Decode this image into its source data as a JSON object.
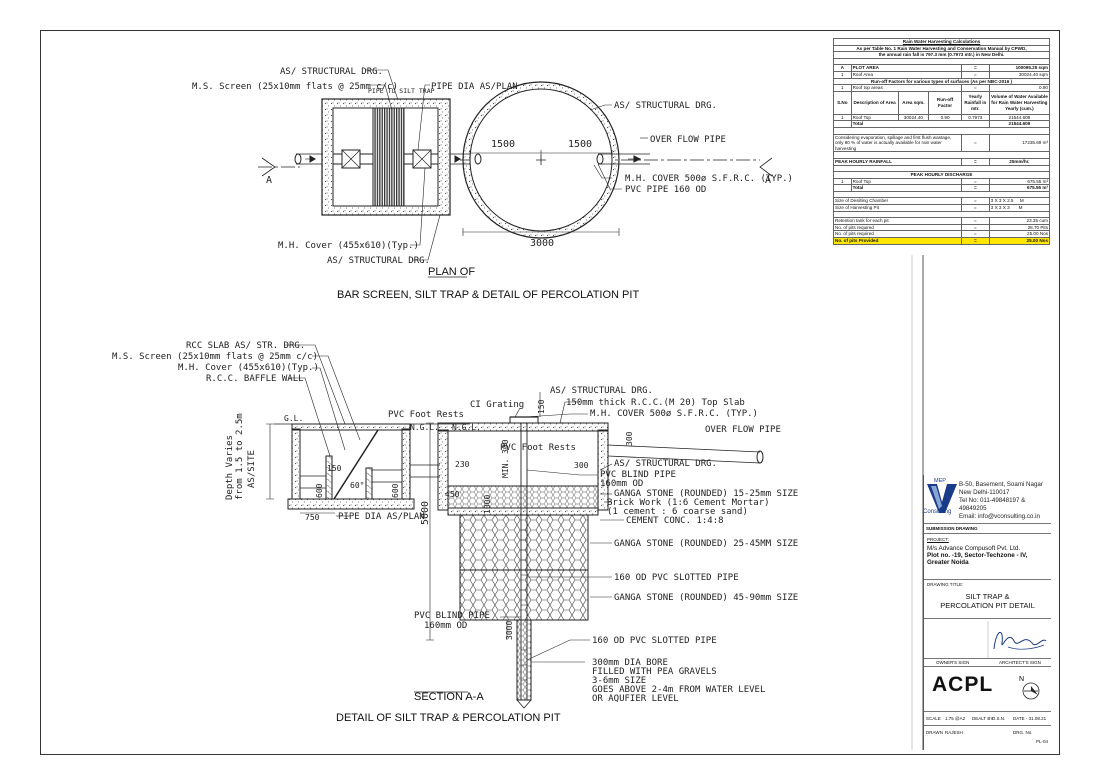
{
  "plan": {
    "title": "PLAN OF",
    "subtitle": "BAR SCREEN, SILT TRAP & DETAIL OF PERCOLATION PIT",
    "labels": {
      "as_structural_1": "AS/ STRUCTURAL DRG.",
      "ms_screen": "M.S. Screen (25x10mm flats @ 25mm c/c)",
      "pipe_to_silt_trap": "PIPE TO SILT TRAP",
      "pipe_dia": "PIPE DIA AS/PLAN",
      "as_structural_2": "AS/ STRUCTURAL DRG.",
      "over_flow": "OVER FLOW PIPE",
      "mh_cover_sfrc": "M.H. COVER 500ø S.F.R.C. (TYP.)",
      "pvc_pipe": "PVC PIPE 160 OD",
      "mh_cover": "M.H. Cover (455x610)(Typ.)",
      "as_structural_3": "AS/ STRUCTURAL DRG.",
      "dim_1500a": "1500",
      "dim_1500b": "1500",
      "dim_3000": "3000",
      "section_a_left": "A",
      "section_a_right": "A"
    }
  },
  "section": {
    "title": "SECTION A-A",
    "subtitle": "DETAIL OF SILT TRAP & PERCOLATION PIT",
    "labels": {
      "rcc_slab": "RCC SLAB AS/ STR. DRG.",
      "ms_screen": "M.S. Screen (25x10mm flats @ 25mm c/c)",
      "mh_cover": "M.H. Cover (455x610)(Typ.)",
      "baffle": "R.C.C. BAFFLE WALL",
      "as_structural": "AS/ STRUCTURAL DRG.",
      "ci_grating": "CI Grating",
      "top_slab": "150mm thick R.C.C.(M 20) Top Slab",
      "mh_cover_sfrc": "M.H. COVER 500ø S.F.R.C. (TYP.)",
      "pvc_foot_1": "PVC Foot Rests",
      "pvc_foot_2": "PVC Foot Rests",
      "over_flow": "OVER FLOW PIPE",
      "gl": "G.L.",
      "ngl_1": "N.G.L.",
      "ngl_2": "N.G.L.",
      "as_structural_2": "AS/ STRUCTURAL DRG.",
      "pvc_blind_1": "PVC BLIND PIPE",
      "pvc_blind_1b": "160mm OD",
      "ganga_1": "GANGA STONE (ROUNDED) 15-25mm SIZE",
      "brick": "Brick Work (1:6 Cement Mortar)",
      "brick_b": "(1 cement : 6 coarse sand)",
      "cement": "CEMENT CONC. 1:4:8",
      "ganga_2": "GANGA STONE (ROUNDED) 25-45MM SIZE",
      "slotted_1": "160 OD PVC SLOTTED PIPE",
      "ganga_3": "GANGA STONE (ROUNDED) 45-90mm SIZE",
      "pvc_blind_2": "PVC BLIND PIPE",
      "pvc_blind_2b": "160mm OD",
      "slotted_2": "160 OD PVC SLOTTED PIPE",
      "bore_1": "300mm DIA BORE",
      "bore_2": "FILLED WITH PEA GRAVELS",
      "bore_3": "3-6mm SIZE",
      "bore_4": "GOES ABOVE 2-4m FROM WATER LEVEL",
      "bore_5": "OR AQUFIER LEVEL",
      "pipe_dia": "PIPE DIA AS/PLAN",
      "depth_1": "Depth Varies",
      "depth_2": "from 1.5 to 2.5m",
      "depth_3": "AS/SITE",
      "dim_150": "150",
      "dim_150b": "150",
      "dim_60": "60°",
      "dim_600a": "600",
      "dim_600b": "600",
      "dim_750": "750",
      "dim_5000": "5000",
      "dim_300a": "300",
      "dim_300b": "300",
      "dim_min300": "MIN. 300",
      "dim_1000": "1000",
      "dim_230": "230",
      "dim_450": "450",
      "dim_3000": "3000"
    }
  },
  "calc": {
    "title": "Rain Water Harvesting Calculations",
    "intro_1": "As per Table No. 1 Rain Water Harvesting and Conservation Manual by CPWD,",
    "intro_2": "the annual rain fall is 797.3 mm (0.7973 mtr.) in New Delhi.",
    "a_row": [
      "A",
      "PLOT AREA",
      "=",
      "100095.25 sqm"
    ],
    "r1_row": [
      "1",
      "Roof Area",
      "=",
      "30024.40 sqm"
    ],
    "runoff_head": "Run-off Factors for various types of surfaces (As per NBC-2016 )",
    "roof_top_row": [
      "1",
      "Roof top areas",
      "=",
      "0.90"
    ],
    "cols": [
      "S.No",
      "Description of Area",
      "Area sqm.",
      "Run-off Factor",
      "Yearly Rainfall in mtr.",
      "Volume of Water Available for Rain Water Harvesting Yearly (cum.)"
    ],
    "roof_row": [
      "1",
      "Roof Top",
      "30024.40",
      "0.90",
      "0.7973",
      "21544.609"
    ],
    "total_row": [
      "Total",
      "21544.609"
    ],
    "consider_text": "Considering evaporation, spillage and first flush wastage, only 80 % of water is actually available for rain water harvesting",
    "consider_val": "17235.69 m³",
    "peak_rain": [
      "PEAK HOURLY RAINFALL",
      "=",
      "25mm/hr."
    ],
    "peak_head": "PEAK HOURLY DISCHARGE",
    "peak_roof": [
      "1",
      "Roof Top",
      "=",
      "675.55 m³"
    ],
    "peak_total": [
      "Total",
      "=",
      "675.55 m³"
    ],
    "size_desilt": [
      "Size of Desilting Chamber",
      "=",
      "3 X 3 X 2.5",
      "M"
    ],
    "size_pit": [
      "Size of Harvesting Pit",
      "=",
      "3 X 3 X 3",
      "M"
    ],
    "retention": [
      "Retention tank for each pit",
      "=",
      "23.35 cum"
    ],
    "pits_req1": [
      "No. of pits required",
      "=",
      "28.70 Pits"
    ],
    "pits_req2": [
      "No. of pits required",
      "=",
      "25.00 Nos"
    ],
    "pits_prov": [
      "No. of pits Provided",
      "=",
      "25.00 Nos"
    ]
  },
  "company": {
    "mep": "MEP",
    "consulting": "Consulting",
    "addr_1": "B-50, Basement, Soami Nagar",
    "addr_2": "New Delhi-110017",
    "phone": "Tel No: 011-49848197 & 49849205",
    "email": "Email: info@vconsulting.co.in"
  },
  "titleblock": {
    "submission": "SUBMISSION DRAWING",
    "project_label": "PROJECT:",
    "project_1": "M/s Advance Compusoft Pvt. Ltd.",
    "project_2": "Plot no. -19, Sector-Techzone - IV,",
    "project_3": "Greater Noida",
    "drawing_title_label": "DRAWING TITLE:",
    "drawing_title_1": "SILT TRAP &",
    "drawing_title_2": "PERCOLATION PIT DETAIL",
    "owners_sign": "OWNER'S SIGN",
    "architects_sign": "ARCHITECT'S SIGN",
    "logo": "ACPL",
    "north": "N",
    "scale_label": "SCALE",
    "scale_val": "1:75 @A2",
    "dealt_label": "DEALT BY",
    "dsn_label": "D.S.N.",
    "date_label": "DATE - 31.08.21",
    "drawn_label": "DRAWN",
    "drawn_val": "RAJESH",
    "drg_label": "DRG. No.",
    "drg_val": "PL-04"
  },
  "colors": {
    "highlight": "#ffe600",
    "line": "#222222"
  }
}
